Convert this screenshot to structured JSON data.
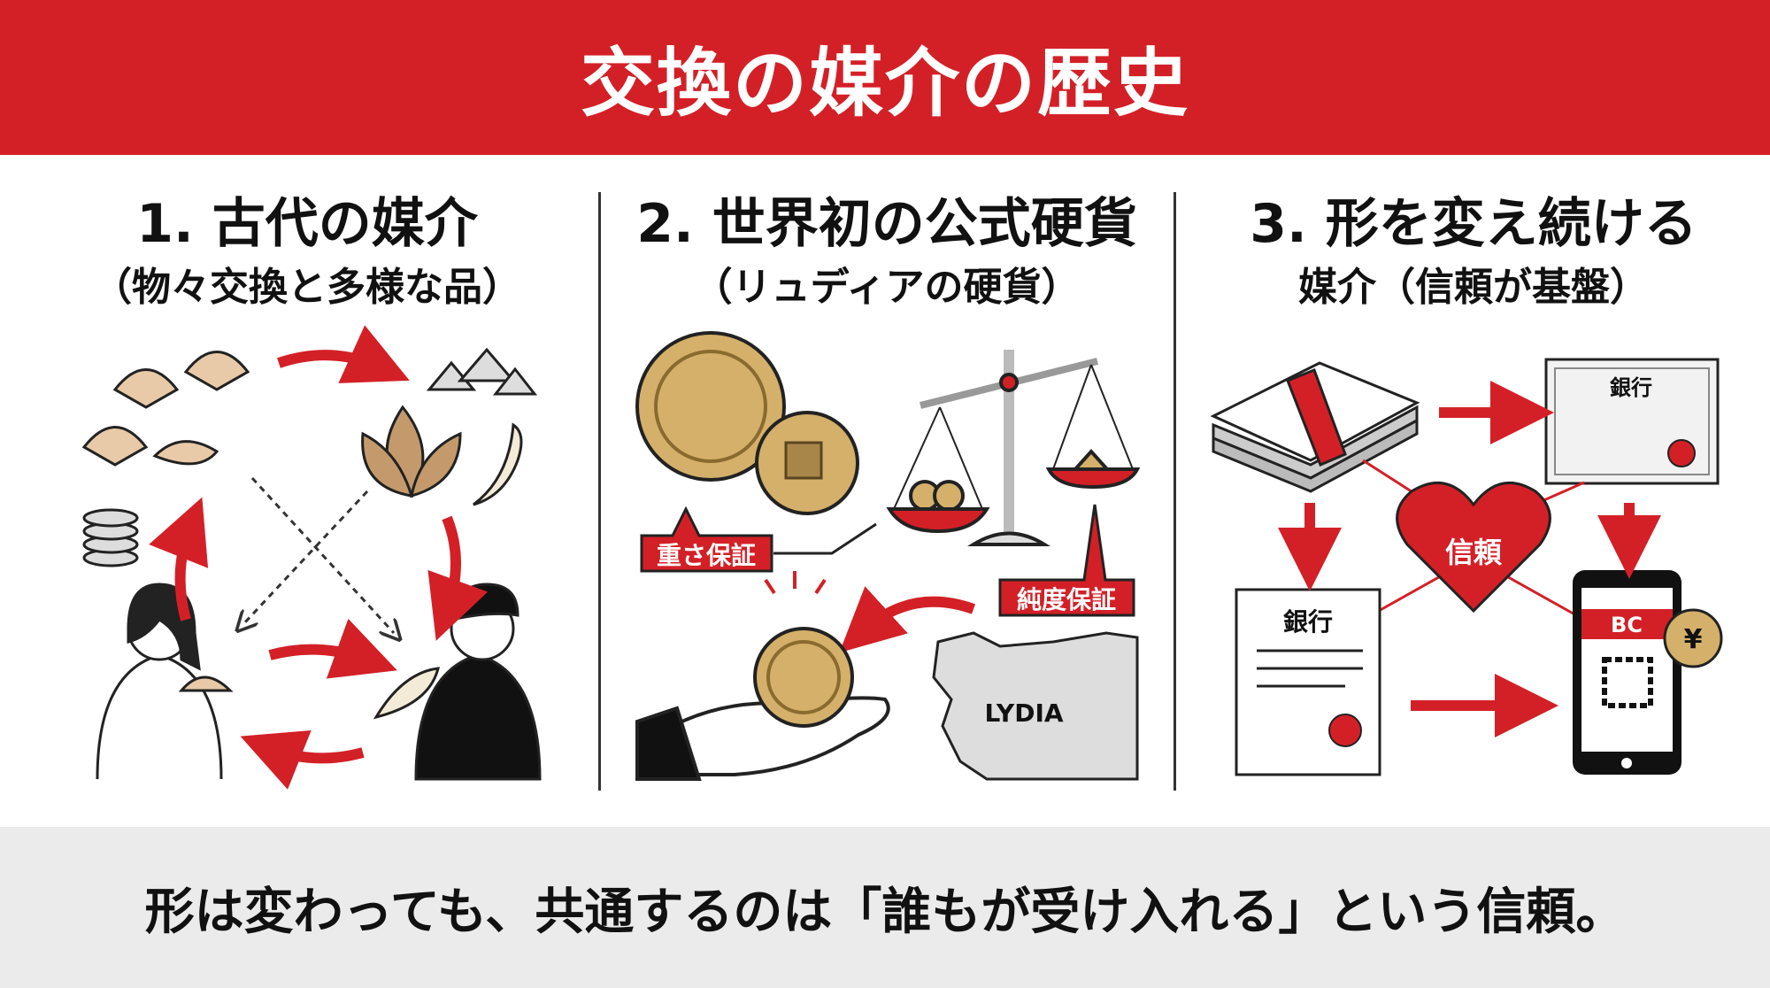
{
  "title": "交換の媒介の歴史",
  "colors": {
    "accent": "#d32027",
    "gold": "#c9a45a",
    "footer_bg": "#ebebeb"
  },
  "columns": [
    {
      "heading": "1. 古代の媒介",
      "subheading": "（物々交換と多様な品）",
      "icons": [
        "shell-icon",
        "powder-icon",
        "leaf-icon",
        "tooth-icon",
        "coin-stack-icon",
        "person-icon"
      ]
    },
    {
      "heading": "2. 世界初の公式硬貨",
      "subheading": "（リュディアの硬貨）",
      "labels": {
        "weight": "重さ保証",
        "purity": "純度保証",
        "map": "LYDIA"
      }
    },
    {
      "heading": "3. 形を変え続ける",
      "subheading": "媒介（信頼が基盤）",
      "labels": {
        "certificate": "銀行",
        "document": "銀行",
        "heart": "信頼",
        "phone": "BC",
        "coin": "¥"
      }
    }
  ],
  "footer": "形は変わっても、共通するのは「誰もが受け入れる」という信頼。"
}
